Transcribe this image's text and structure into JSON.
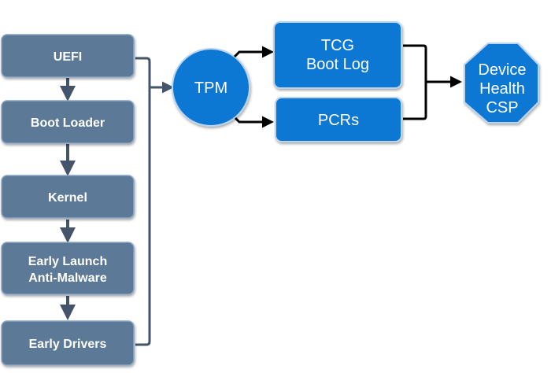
{
  "diagram": {
    "stages": [
      {
        "lines": [
          "UEFI"
        ]
      },
      {
        "lines": [
          "Boot Loader"
        ]
      },
      {
        "lines": [
          "Kernel"
        ]
      },
      {
        "lines": [
          "Early Launch",
          "Anti-Malware"
        ]
      },
      {
        "lines": [
          "Early Drivers"
        ]
      }
    ],
    "tpm": {
      "label": "TPM"
    },
    "tcg_boot_log": {
      "lines": [
        "TCG",
        "Boot Log"
      ]
    },
    "pcrs": {
      "label": "PCRs"
    },
    "device_health_csp": {
      "lines": [
        "Device",
        "Health",
        "CSP"
      ]
    }
  },
  "colors": {
    "stage_fill": "#5b7a98",
    "stage_border": "#8aa6c2",
    "connector": "#44546a",
    "node_fill": "#0a77d4",
    "node_border": "#b8d4ee",
    "arrow": "#000000",
    "text": "#ffffff"
  }
}
